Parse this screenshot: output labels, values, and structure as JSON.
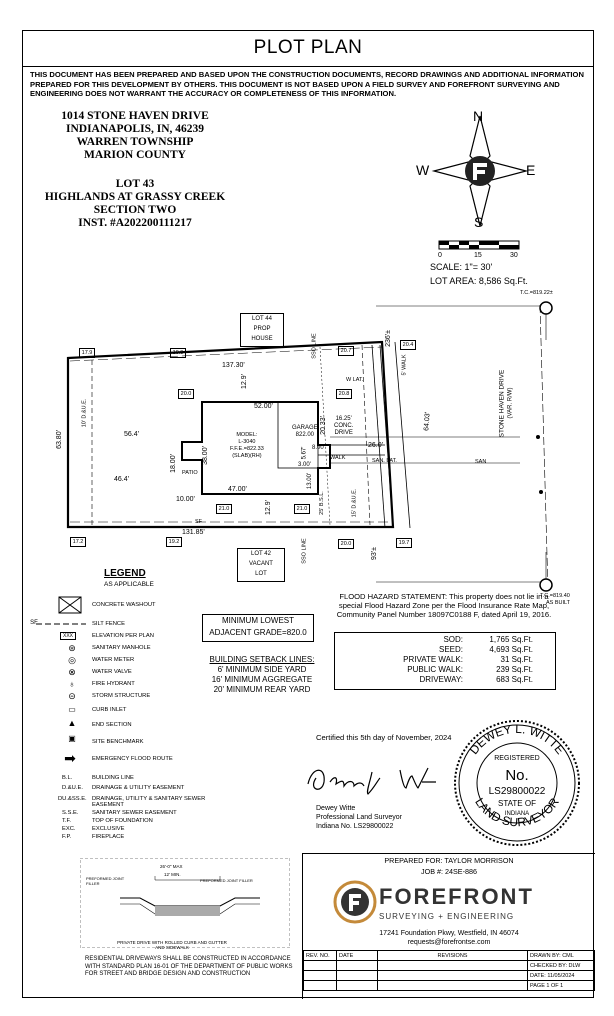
{
  "title": "PLOT PLAN",
  "disclaimer": "THIS DOCUMENT HAS BEEN PREPARED AND BASED UPON THE CONSTRUCTION DOCUMENTS, RECORD DRAWINGS AND ADDITIONAL INFORMATION PREPARED FOR THIS DEVELOPMENT BY OTHERS. THIS DOCUMENT IS NOT BASED UPON A FIELD SURVEY AND FOREFRONT SURVEYING AND ENGINEERING DOES NOT WARRANT THE ACCURACY OR COMPLETENESS OF THIS INFORMATION.",
  "address": {
    "street": "1014 STONE HAVEN DRIVE",
    "city": "INDIANAPOLIS, IN, 46239",
    "township": "WARREN TOWNSHIP",
    "county": "MARION COUNTY"
  },
  "lot_info": {
    "lot": "LOT 43",
    "subdivision": "HIGHLANDS AT GRASSY CREEK",
    "section": "SECTION TWO",
    "inst": "INST. #A202200111217"
  },
  "compass": {
    "n": "N",
    "s": "S",
    "e": "E",
    "w": "W"
  },
  "scale": {
    "ticks": [
      "0",
      "15",
      "30"
    ],
    "label": "SCALE:  1\"= 30'",
    "lot_area": "LOT AREA: 8,586 Sq.Ft."
  },
  "plan": {
    "lot44": [
      "LOT 44",
      "PROP",
      "HOUSE"
    ],
    "lot42": [
      "LOT 42",
      "VACANT",
      "LOT"
    ],
    "tc_top": "T.C.=819.22±",
    "tc_bottom": "T.C.=819.40",
    "as_built": "AS BUILT",
    "street": "STONE HAVEN DRIVE",
    "street_rw": "(VAR. R/W)",
    "dim_top": "137.30'",
    "dim_bottom": "131.85'",
    "dim_left": "63.80'",
    "dim_right": "64.03'",
    "dim_56": "56.4'",
    "dim_46": "46.4'",
    "dim_52": "52.00'",
    "dim_47": "47.00'",
    "dim_38": "38.00'",
    "dim_18": "18.00'",
    "dim_10": "10.00'",
    "dim_129a": "12.9'",
    "dim_129b": "12.9'",
    "dim_2033": "20.33'",
    "dim_26": "26.0'",
    "dim_8": "8.00'",
    "dim_567": "5.67'",
    "dim_3": "3.00'",
    "dim_13": "13.00'",
    "dim_236": "236'±",
    "dim_93": "93'±",
    "model": [
      "MODEL:",
      "L-3040",
      "F.F.E.=822.33",
      "(SLAB)(RH)"
    ],
    "garage": [
      "GARAGE",
      "822.00"
    ],
    "drive": [
      "16.25'",
      "CONC.",
      "DRIVE"
    ],
    "patio": "PATIO",
    "due_left": "10' D.&U.E.",
    "due_right": "15' D.&U.E.",
    "bsl": "25' B.S.L.",
    "sso_top": "SSO LINE",
    "sso_bottom": "SSO LINE",
    "walk": "WALK",
    "walk_top": "5' WALK",
    "san": "SAN",
    "san_lat": "SAN. LAT.",
    "wl_lat": "W LAT.",
    "sf": "SF",
    "elev": {
      "nw": "17.9",
      "n": "19.9",
      "ne": "20.7",
      "ne2": "20.4",
      "sw": "17.2",
      "s": "19.2",
      "se": "20.0",
      "se2": "19.7",
      "h1": "20.0",
      "h2": "21.0",
      "h3": "21.0",
      "h4": "20.8"
    }
  },
  "legend": {
    "title": "LEGEND",
    "subtitle": "AS APPLICABLE",
    "items": [
      {
        "symbol": "",
        "label": "CONCRETE WASHOUT"
      },
      {
        "symbol": "SF",
        "label": "SILT FENCE"
      },
      {
        "symbol": "XXX",
        "label": "ELEVATION PER PLAN"
      },
      {
        "symbol": "",
        "label": "SANITARY MANHOLE"
      },
      {
        "symbol": "",
        "label": "WATER METER"
      },
      {
        "symbol": "",
        "label": "WATER VALVE"
      },
      {
        "symbol": "",
        "label": "FIRE HYDRANT"
      },
      {
        "symbol": "",
        "label": "STORM STRUCTURE"
      },
      {
        "symbol": "",
        "label": "CURB INLET"
      },
      {
        "symbol": "",
        "label": "END SECTION"
      },
      {
        "symbol": "",
        "label": "SITE BENCHMARK"
      },
      {
        "symbol": "",
        "label": "EMERGENCY FLOOD ROUTE"
      }
    ],
    "abbreviations": [
      {
        "abbr": "B.L.",
        "desc": "BUILDING LINE"
      },
      {
        "abbr": "D.&U.E.",
        "desc": "DRAINAGE & UTILITY EASEMENT"
      },
      {
        "abbr": "DU.&SS.E.",
        "desc": "DRAINAGE, UTILITY & SANITARY SEWER EASEMENT"
      },
      {
        "abbr": "S.S.E.",
        "desc": "SANITARY SEWER EASEMENT"
      },
      {
        "abbr": "T.F.",
        "desc": "TOP OF FOUNDATION"
      },
      {
        "abbr": "EXC.",
        "desc": "EXCLUSIVE"
      },
      {
        "abbr": "F.P.",
        "desc": "FIREPLACE"
      }
    ]
  },
  "min_grade": [
    "MINIMUM LOWEST",
    "ADJACENT GRADE=820.0"
  ],
  "setbacks": {
    "heading": "BUILDING SETBACK LINES:",
    "lines": [
      "6' MINIMUM SIDE YARD",
      "16' MINIMUM AGGREGATE",
      "20' MINIMUM REAR YARD"
    ]
  },
  "flood": "FLOOD HAZARD STATEMENT: This property does not lie in a special Flood Hazard Zone per the Flood Insurance Rate Map, Community Panel Number 18097C0188 F, dated April 19, 2016.",
  "areas": [
    {
      "label": "SOD:",
      "value": "1,765 Sq.Ft."
    },
    {
      "label": "SEED:",
      "value": "4,693 Sq.Ft."
    },
    {
      "label": "PRIVATE WALK:",
      "value": "31 Sq.Ft."
    },
    {
      "label": "PUBLIC WALK:",
      "value": "239 Sq.Ft."
    },
    {
      "label": "DRIVEWAY:",
      "value": "683 Sq.Ft."
    }
  ],
  "certified": "Certified this 5th day of November, 2024",
  "surveyor": {
    "name": "Dewey Witte",
    "title": "Professional Land Surveyor",
    "license": "Indiana No. LS29800022"
  },
  "seal": {
    "top": "DEWEY L. WITTE",
    "registered": "REGISTERED",
    "no": "No.",
    "number": "LS29800022",
    "state_of": "STATE OF",
    "state": "INDIANA",
    "bottom": "LAND SURVEYOR"
  },
  "title_block": {
    "prepared_for": "PREPARED FOR: TAYLOR MORRISON",
    "job": "JOB #: 24SE-886",
    "company": "FOREFRONT",
    "company_sub": "SURVEYING + ENGINEERING",
    "address": "17241 Foundation Pkwy, Westfield, IN 46074",
    "email": "requests@forefrontse.com",
    "headers": {
      "rev": "REV. NO.",
      "date": "DATE",
      "revisions": "REVISIONS"
    },
    "drawn_by": "DRAWN BY: CML",
    "checked_by": "CHECKED BY: DLW",
    "date": "DATE: 11/05/2024",
    "page": "PAGE 1 OF 1"
  },
  "detail": {
    "labels": [
      "26'-0\" MAX",
      "12' MIN.",
      "PREFORMED JOINT FILLER",
      "PREFORMED JOINT FILLER"
    ],
    "caption": "PRIVATE DRIVE WITH ROLLED CURB AND GUTTER AND SIDEWALK",
    "note": "RESIDENTIAL DRIVEWAYS SHALL BE CONSTRUCTED IN ACCORDANCE WITH STANDARD PLAN 16-01 OF THE DEPARTMENT OF PUBLIC WORKS FOR STREET AND BRIDGE DESIGN AND CONSTRUCTION"
  }
}
